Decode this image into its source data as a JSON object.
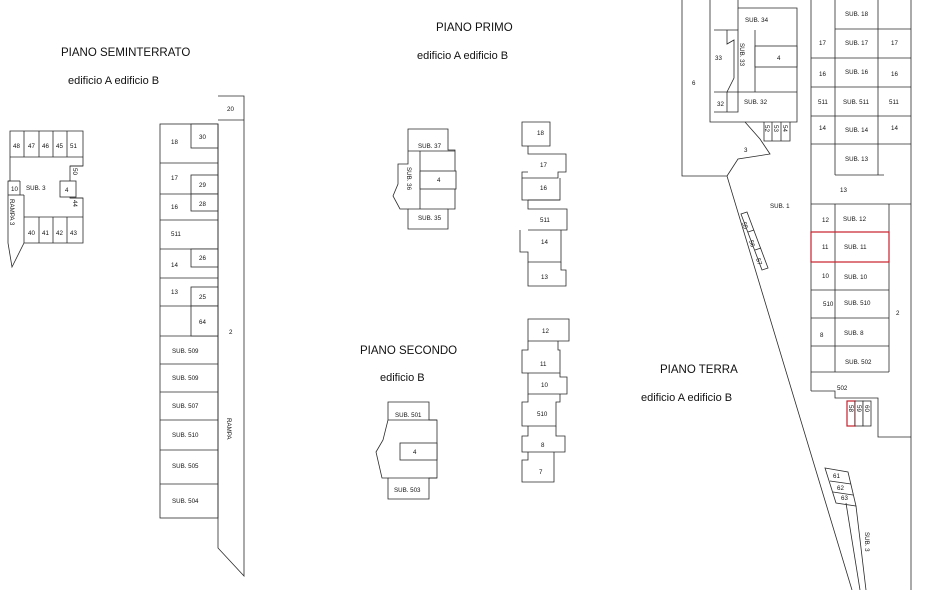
{
  "sections": {
    "seminterrato": {
      "title": "PIANO SEMINTERRATO",
      "subtitle": "edificio A edificio B"
    },
    "primo": {
      "title": "PIANO PRIMO",
      "subtitle": "edificio A edificio B"
    },
    "secondo": {
      "title": "PIANO SECONDO",
      "subtitle": "edificio B"
    },
    "terra": {
      "title": "PIANO TERRA",
      "subtitle": "edificio A edificio B"
    }
  },
  "seminterrato_a": {
    "row_top": [
      "48",
      "47",
      "46",
      "45",
      "51"
    ],
    "row_bottom": [
      "40",
      "41",
      "42",
      "43"
    ],
    "sub": "SUB. 3",
    "n10": "10",
    "n4": "4",
    "n50": "50",
    "n44": "44",
    "rampa": "RAMPA 3"
  },
  "seminterrato_b": {
    "left": [
      "18",
      "17",
      "16",
      "511",
      "14",
      "13"
    ],
    "inner": [
      "30",
      "29",
      "28",
      "26",
      "25",
      "64"
    ],
    "subs": [
      "SUB. 509",
      "SUB. 509",
      "SUB. 507",
      "SUB. 510",
      "SUB. 505",
      "SUB. 504"
    ],
    "top": "20",
    "n2": "2",
    "rampa": "RAMPA"
  },
  "primo_a": {
    "top": "SUB. 37",
    "left": "SUB. 36",
    "mid": "4",
    "bottom": "SUB. 35"
  },
  "primo_b": [
    "18",
    "17",
    "16",
    "511",
    "14",
    "13"
  ],
  "secondo_a": {
    "top": "SUB. 501",
    "mid": "4",
    "bottom": "SUB. 503"
  },
  "secondo_b": [
    "12",
    "11",
    "10",
    "510",
    "8",
    "7"
  ],
  "terra": {
    "sub34": "SUB. 34",
    "n33": "33",
    "sub33": "SUB. 33",
    "n4": "4",
    "n32": "32",
    "sub32": "SUB. 32",
    "n6": "6",
    "n3": "3",
    "n52": "52",
    "n53": "53",
    "n54": "54",
    "sub1": "SUB. 1",
    "n55": "55",
    "n56": "56",
    "n57": "57",
    "rows": [
      {
        "l": "",
        "c": "SUB. 18",
        "r": ""
      },
      {
        "l": "17",
        "c": "SUB. 17",
        "r": "17"
      },
      {
        "l": "16",
        "c": "SUB. 16",
        "r": "16"
      },
      {
        "l": "511",
        "c": "SUB. 511",
        "r": "511"
      },
      {
        "l": "14",
        "c": "SUB. 14",
        "r": "14"
      }
    ],
    "sub13": "SUB. 13",
    "n13": "13",
    "lower": [
      {
        "l": "12",
        "c": "SUB. 12"
      },
      {
        "l": "11",
        "c": "SUB. 11"
      },
      {
        "l": "10",
        "c": "SUB. 10"
      },
      {
        "l": "510",
        "c": "SUB. 510"
      },
      {
        "l": "8",
        "c": "SUB. 8"
      },
      {
        "l": "",
        "c": "SUB. 502"
      }
    ],
    "n2": "2",
    "n502": "502",
    "n58": "58",
    "n59": "59",
    "n60": "60",
    "n61": "61",
    "n62": "62",
    "n63": "63",
    "sub3": "SUB. 3"
  },
  "colors": {
    "lines": "#2a2a2a",
    "highlight": "#c8202c",
    "background": "#ffffff"
  }
}
